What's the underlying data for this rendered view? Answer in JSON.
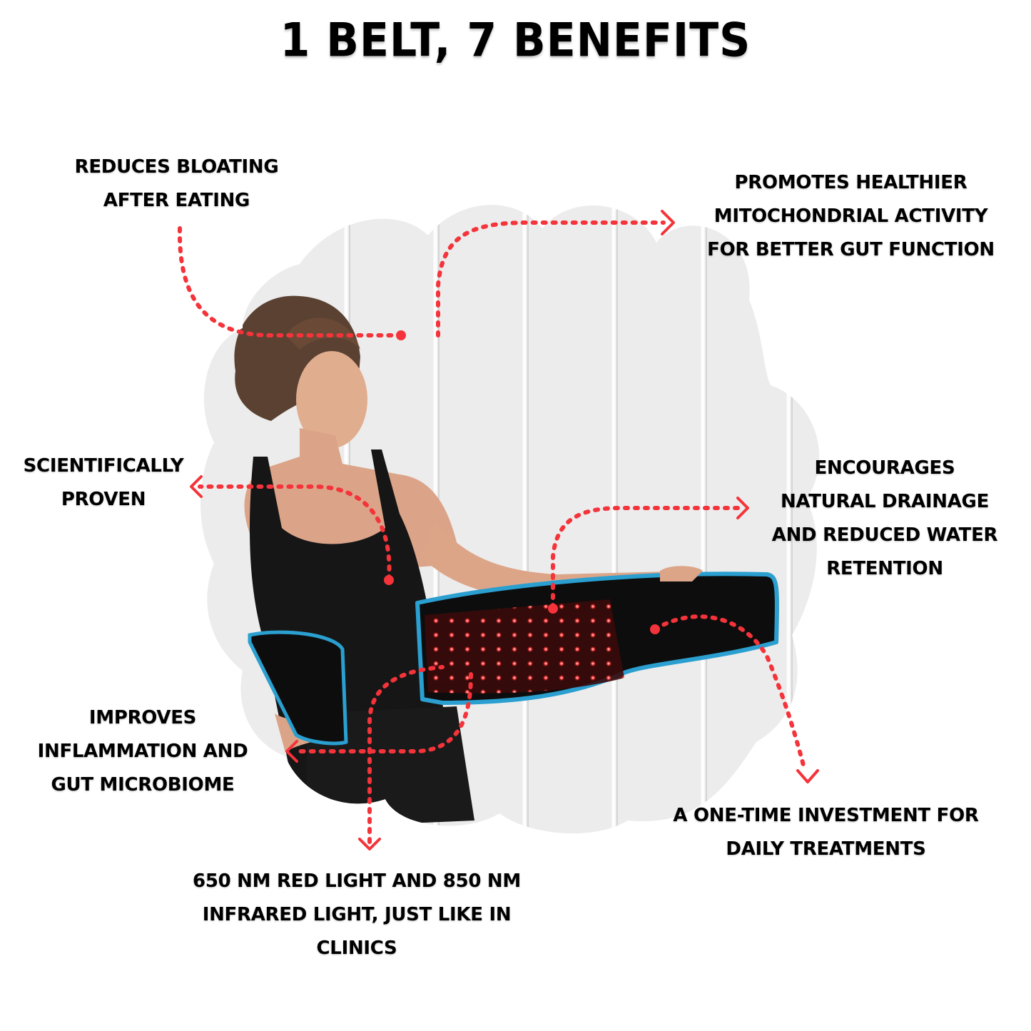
{
  "title": "1 BELT, 7 BENEFITS",
  "colors": {
    "accent_red": "#f4333a",
    "belt_trim_blue": "#2a9fd0",
    "belt_black": "#0d0d0d",
    "led_red": "#ff3a3a",
    "wall": "#ececec",
    "text": "#000000"
  },
  "benefits": [
    {
      "id": "bloating",
      "lines": [
        "REDUCES BLOATING",
        "AFTER EATING"
      ]
    },
    {
      "id": "mitochondrial",
      "lines": [
        "PROMOTES HEALTHIER",
        "MITOCHONDRIAL ACTIVITY",
        "FOR BETTER GUT FUNCTION"
      ]
    },
    {
      "id": "scientific",
      "lines": [
        "SCIENTIFICALLY",
        "PROVEN"
      ]
    },
    {
      "id": "drainage",
      "lines": [
        "ENCOURAGES",
        "NATURAL DRAINAGE",
        "AND REDUCED WATER",
        "RETENTION"
      ]
    },
    {
      "id": "inflammation",
      "lines": [
        "IMPROVES",
        "INFLAMMATION AND",
        "GUT MICROBIOME"
      ]
    },
    {
      "id": "investment",
      "lines": [
        "A ONE-TIME INVESTMENT FOR",
        "DAILY TREATMENTS"
      ]
    },
    {
      "id": "wavelength",
      "lines": [
        "650 NM RED LIGHT AND 850 NM",
        "INFRARED LIGHT, JUST LIKE IN",
        "CLINICS"
      ]
    }
  ],
  "photo": {
    "subject": "woman-holding-red-light-therapy-belt",
    "icons": [
      "dotted-arrow-icon",
      "led-panel-icon"
    ]
  }
}
